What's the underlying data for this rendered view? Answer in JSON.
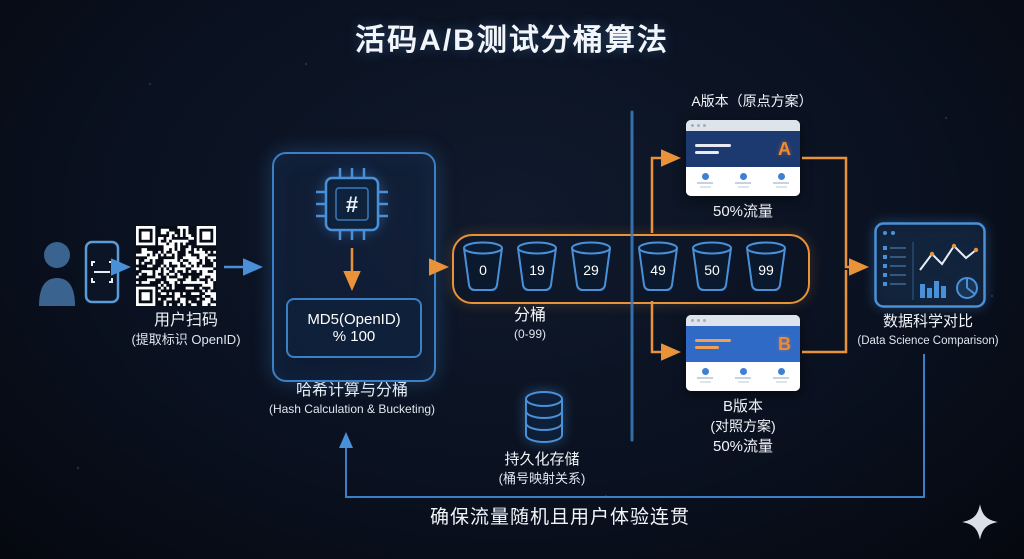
{
  "title": "活码A/B测试分桶算法",
  "colors": {
    "accent_blue": "#4a90d9",
    "accent_orange": "#e8923a"
  },
  "scan": {
    "label": "用户扫码",
    "sublabel": "(提取标识 OpenID)"
  },
  "hash": {
    "chip_symbol": "#",
    "formula_line1": "MD5(OpenID)",
    "formula_line2": "% 100",
    "label": "哈希计算与分桶",
    "sublabel": "(Hash Calculation & Bucketing)"
  },
  "buckets": {
    "values": [
      "0",
      "19",
      "29",
      "49",
      "50",
      "99"
    ],
    "label": "分桶",
    "range": "(0-99)"
  },
  "version_a": {
    "title": "A版本（原点方案）",
    "badge": "A",
    "traffic": "50%流量"
  },
  "version_b": {
    "title": "B版本",
    "subtitle": "(对照方案)",
    "badge": "B",
    "traffic": "50%流量"
  },
  "comparison": {
    "label": "数据科学对比",
    "sublabel": "(Data Science Comparison)"
  },
  "storage": {
    "label": "持久化存储",
    "sublabel": "(桶号映射关系)"
  },
  "footer": {
    "note": "确保流量随机且用户体验连贯"
  }
}
